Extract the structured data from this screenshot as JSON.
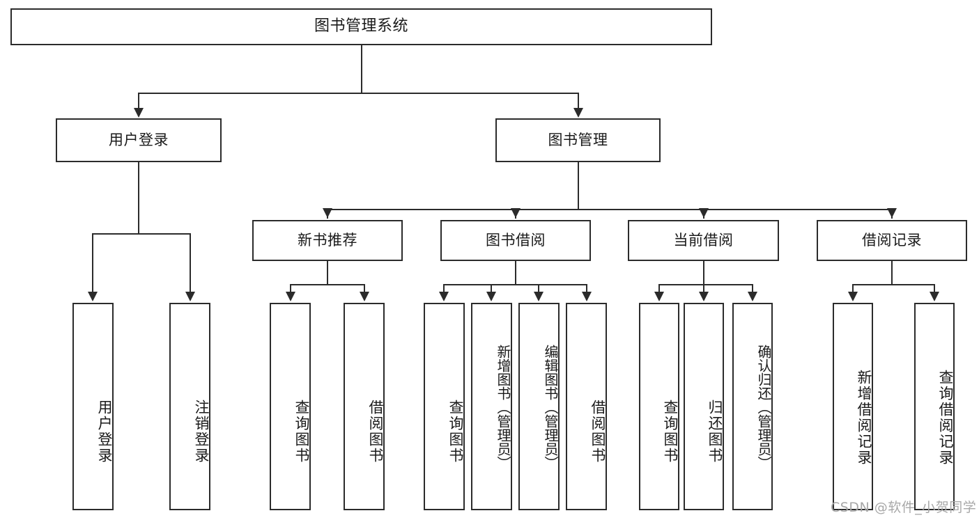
{
  "diagram": {
    "title": "图书管理系统",
    "type": "功能结构图",
    "root": {
      "label": "图书管理系统"
    },
    "level2": [
      {
        "label": "用户登录"
      },
      {
        "label": "图书管理"
      }
    ],
    "level3": [
      {
        "label": "新书推荐"
      },
      {
        "label": "图书借阅"
      },
      {
        "label": "当前借阅"
      },
      {
        "label": "借阅记录"
      }
    ],
    "leaves": {
      "user_login": [
        {
          "label": "用户登录"
        },
        {
          "label": "注销登录"
        }
      ],
      "new_book_recommend": [
        {
          "label": "查询图书"
        },
        {
          "label": "借阅图书"
        }
      ],
      "book_borrow": [
        {
          "label": "查询图书"
        },
        {
          "label": "新增图书（管理员）"
        },
        {
          "label": "编辑图书（管理员）"
        },
        {
          "label": "借阅图书"
        }
      ],
      "current_borrow": [
        {
          "label": "查询图书"
        },
        {
          "label": "归还图书"
        },
        {
          "label": "确认归还（管理员）"
        }
      ],
      "borrow_record": [
        {
          "label": "新增借阅记录"
        },
        {
          "label": "查询借阅记录"
        }
      ]
    },
    "watermark": "CSDN @软件_小贺同学",
    "colors": {
      "stroke": "#2b2b2b",
      "fill": "#ffffff",
      "text": "#1a1a1a",
      "watermark": "#a8a8a8"
    }
  }
}
